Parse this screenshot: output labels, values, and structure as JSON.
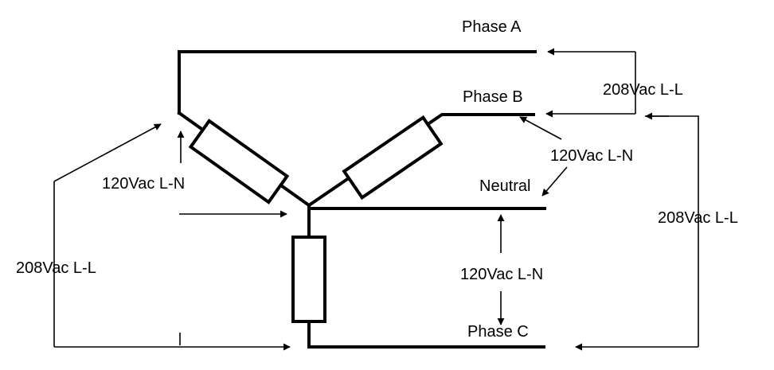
{
  "labels": {
    "phase_a": "Phase A",
    "phase_b": "Phase B",
    "neutral": "Neutral",
    "phase_c": "Phase C",
    "ll_ab": "208Vac L-L",
    "ll_bc": "208Vac L-L",
    "ll_ac": "208Vac L-L",
    "ln_a": "120Vac L-N",
    "ln_b": "120Vac L-N",
    "ln_c": "120Vac L-N"
  }
}
